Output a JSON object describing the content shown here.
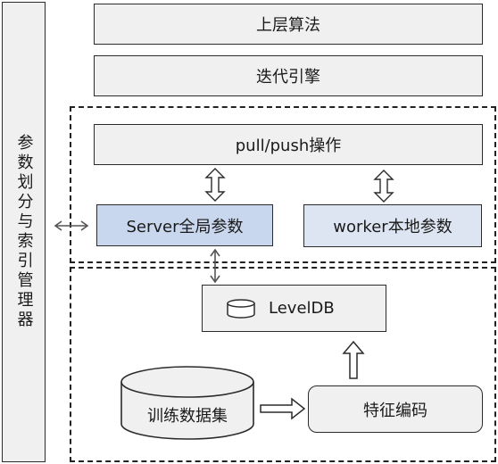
{
  "left_panel": {
    "label": "参数划分与索引管理器"
  },
  "layers": {
    "upper_algorithm": "上层算法",
    "iteration_engine": "迭代引擎",
    "pull_push": "pull/push操作",
    "server_params": "Server全局参数",
    "worker_params": "worker本地参数",
    "leveldb": "LevelDB",
    "training_set": "训练数据集",
    "feature_encoding": "特征编码"
  },
  "colors": {
    "box_gray": "#f0f0f0",
    "server_blue": "#c9d7ee",
    "worker_blue": "#dde5f2",
    "stroke": "#2b2b2b"
  }
}
